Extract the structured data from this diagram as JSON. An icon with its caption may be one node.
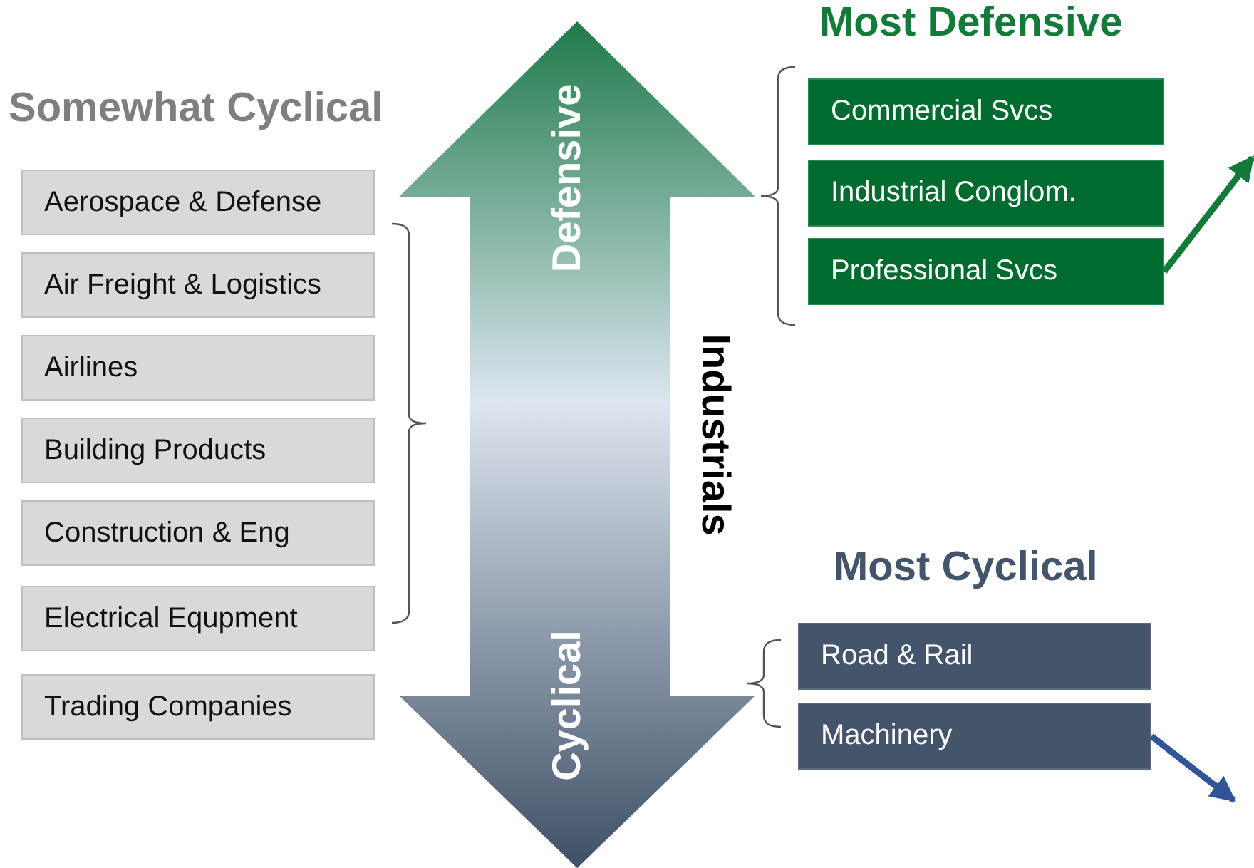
{
  "diagram": {
    "nodes": [
      {
        "text": [
          "Defensive",
          "Cyclical"
        ],
        "beside": [
          "Industrials"
        ]
      },
      {
        "text": [
          "Aerospace & Defense"
        ]
      },
      {
        "text": [
          "Air Freight & Logistics"
        ]
      },
      {
        "text": [
          "Airlines"
        ]
      },
      {
        "text": [
          "Building Products"
        ]
      },
      {
        "text": [
          "Construction & Eng"
        ]
      },
      {
        "text": [
          "Electrical Equpment"
        ]
      },
      {
        "text": [
          "Trading Companies"
        ]
      },
      {
        "text": [
          "Commercial Svcs"
        ]
      },
      {
        "text": [
          "Industrial Conglom."
        ]
      },
      {
        "text": [
          "Professional Svcs"
        ]
      },
      {
        "text": [
          "Road & Rail"
        ]
      },
      {
        "text": [
          "Machinery"
        ]
      }
    ],
    "edges": [
      {
        "from": 10,
        "to": null,
        "arrow": "to",
        "color": "#137a3a"
      },
      {
        "from": 12,
        "to": null,
        "arrow": "to",
        "color": "#2f5597"
      }
    ],
    "labels": [
      "Somewhat Cyclical",
      "Most Defensive",
      "Most Cyclical"
    ]
  }
}
